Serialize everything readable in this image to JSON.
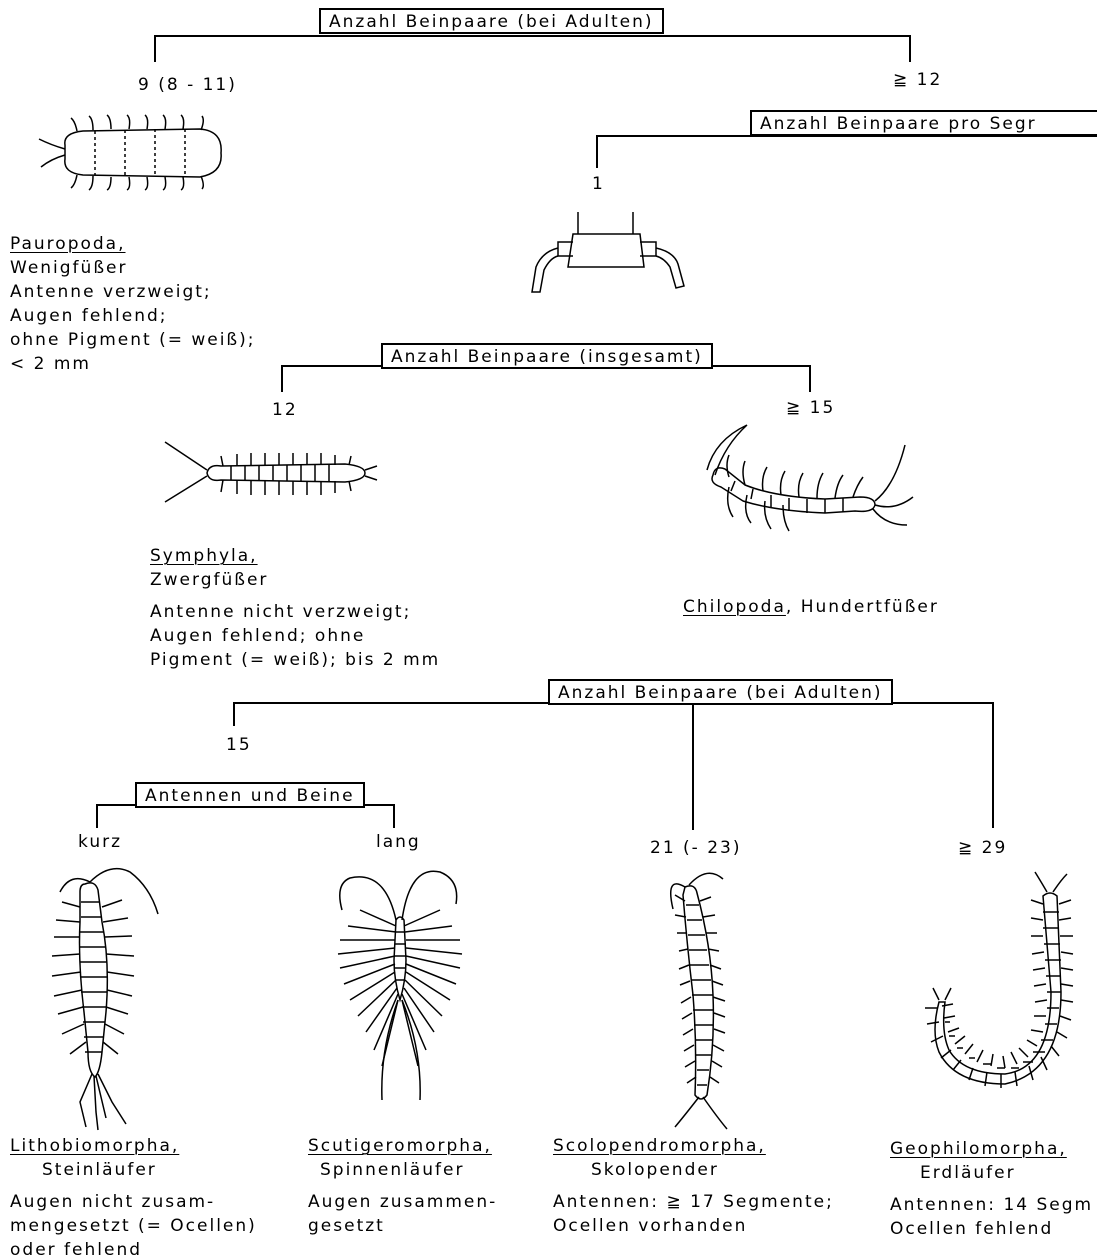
{
  "root": {
    "label": "Anzahl Beinpaare (bei Adulten)",
    "left": "9 (8 - 11)",
    "right": "≧ 12"
  },
  "pauropoda": {
    "name": "Pauropoda,",
    "common": "Wenigfüßer",
    "lines": [
      "Antenne verzweigt;",
      "Augen fehlend;",
      "ohne Pigment (= weiß);",
      "< 2 mm"
    ]
  },
  "segment_split": {
    "label": "Anzahl Beinpaare pro Segr",
    "branch": "1"
  },
  "total_split": {
    "label": "Anzahl Beinpaare (insgesamt)",
    "left": "12",
    "right": "≧ 15"
  },
  "symphyla": {
    "name": "Symphyla,",
    "common": "Zwergfüßer",
    "lines": [
      "Antenne nicht verzweigt;",
      "Augen fehlend; ohne",
      "Pigment (= weiß); bis 2 mm"
    ]
  },
  "chilopoda": {
    "name": "Chilopoda",
    "common": ", Hundertfüßer"
  },
  "adult_split": {
    "label": "Anzahl Beinpaare (bei Adulten)",
    "b1": "15",
    "b2": "21 (- 23)",
    "b3": "≧ 29"
  },
  "antenna_split": {
    "label": "Antennen und Beine",
    "left": "kurz",
    "right": "lang"
  },
  "lithobiomorpha": {
    "name": "Lithobiomorpha,",
    "common": "Steinläufer",
    "lines": [
      "Augen nicht zusam-",
      "mengesetzt (= Ocellen)",
      "oder fehlend"
    ]
  },
  "scutigeromorpha": {
    "name": "Scutigeromorpha,",
    "common": "Spinnenläufer",
    "lines": [
      "Augen zusammen-",
      "gesetzt"
    ]
  },
  "scolopendromorpha": {
    "name": "Scolopendromorpha,",
    "common": "Skolopender",
    "lines": [
      "Antennen: ≧ 17 Segmente;",
      "Ocellen vorhanden"
    ]
  },
  "geophilomorpha": {
    "name": "Geophilomorpha,",
    "common": "Erdläufer",
    "lines": [
      "Antennen: 14 Segm",
      "Ocellen fehlend"
    ]
  }
}
